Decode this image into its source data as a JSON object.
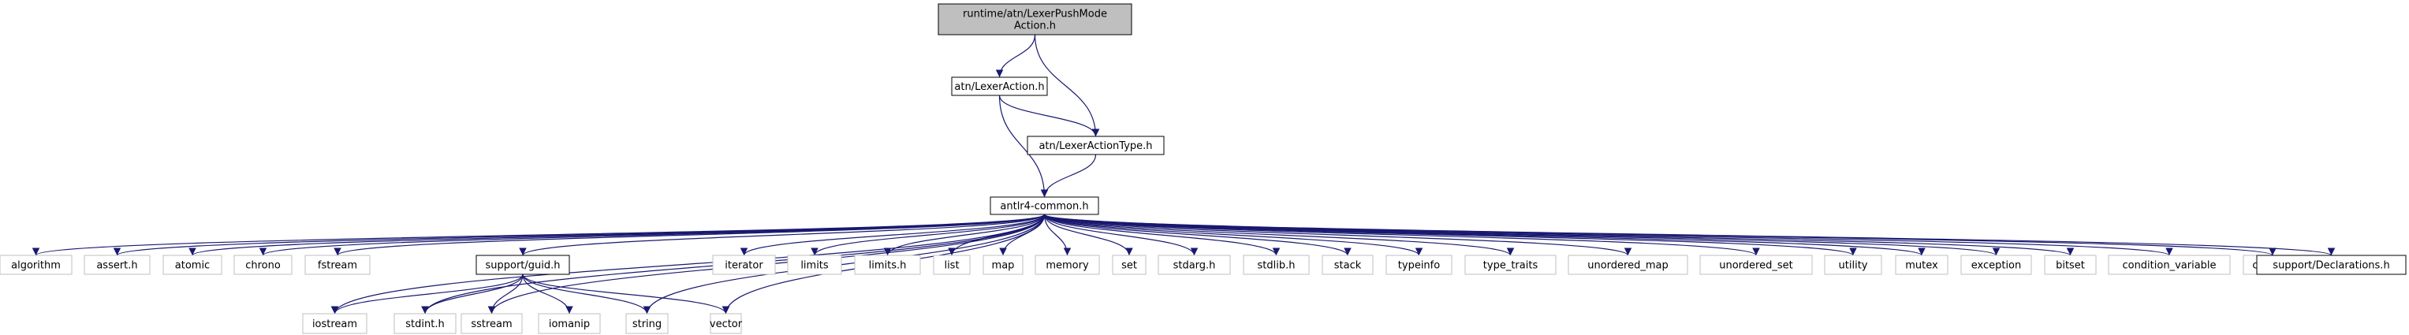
{
  "colors": {
    "edge": "#191970",
    "box_border_default": "#bfbfbf",
    "box_border_strong": "#000000",
    "focus_fill": "#bfbfbf",
    "fill": "#ffffff"
  },
  "nodes": [
    {
      "id": "root",
      "lines": [
        "runtime/atn/LexerPushMode",
        "Action.h"
      ],
      "style": "focus"
    },
    {
      "id": "lexer_action",
      "lines": [
        "atn/LexerAction.h"
      ],
      "style": "strong"
    },
    {
      "id": "lexer_action_type",
      "lines": [
        "atn/LexerActionType.h"
      ],
      "style": "strong"
    },
    {
      "id": "antlr4_common",
      "lines": [
        "antlr4-common.h"
      ],
      "style": "strong"
    },
    {
      "id": "algorithm",
      "lines": [
        "algorithm"
      ],
      "style": "light"
    },
    {
      "id": "assert_h",
      "lines": [
        "assert.h"
      ],
      "style": "light"
    },
    {
      "id": "atomic",
      "lines": [
        "atomic"
      ],
      "style": "light"
    },
    {
      "id": "chrono",
      "lines": [
        "chrono"
      ],
      "style": "light"
    },
    {
      "id": "fstream",
      "lines": [
        "fstream"
      ],
      "style": "light"
    },
    {
      "id": "support_guid",
      "lines": [
        "support/guid.h"
      ],
      "style": "strong"
    },
    {
      "id": "iterator",
      "lines": [
        "iterator"
      ],
      "style": "light"
    },
    {
      "id": "limits",
      "lines": [
        "limits"
      ],
      "style": "light"
    },
    {
      "id": "limits_h",
      "lines": [
        "limits.h"
      ],
      "style": "light"
    },
    {
      "id": "list",
      "lines": [
        "list"
      ],
      "style": "light"
    },
    {
      "id": "map",
      "lines": [
        "map"
      ],
      "style": "light"
    },
    {
      "id": "memory",
      "lines": [
        "memory"
      ],
      "style": "light"
    },
    {
      "id": "set",
      "lines": [
        "set"
      ],
      "style": "light"
    },
    {
      "id": "stdarg_h",
      "lines": [
        "stdarg.h"
      ],
      "style": "light"
    },
    {
      "id": "stdlib_h",
      "lines": [
        "stdlib.h"
      ],
      "style": "light"
    },
    {
      "id": "stack",
      "lines": [
        "stack"
      ],
      "style": "light"
    },
    {
      "id": "typeinfo",
      "lines": [
        "typeinfo"
      ],
      "style": "light"
    },
    {
      "id": "type_traits",
      "lines": [
        "type_traits"
      ],
      "style": "light"
    },
    {
      "id": "unordered_map",
      "lines": [
        "unordered_map"
      ],
      "style": "light"
    },
    {
      "id": "unordered_set",
      "lines": [
        "unordered_set"
      ],
      "style": "light"
    },
    {
      "id": "utility",
      "lines": [
        "utility"
      ],
      "style": "light"
    },
    {
      "id": "mutex",
      "lines": [
        "mutex"
      ],
      "style": "light"
    },
    {
      "id": "exception",
      "lines": [
        "exception"
      ],
      "style": "light"
    },
    {
      "id": "bitset",
      "lines": [
        "bitset"
      ],
      "style": "light"
    },
    {
      "id": "condition_variable",
      "lines": [
        "condition_variable"
      ],
      "style": "light"
    },
    {
      "id": "codecvt",
      "lines": [
        "codecvt"
      ],
      "style": "light"
    },
    {
      "id": "support_declarations",
      "lines": [
        "support/Declarations.h"
      ],
      "style": "strong"
    },
    {
      "id": "iostream",
      "lines": [
        "iostream"
      ],
      "style": "light"
    },
    {
      "id": "stdint_h",
      "lines": [
        "stdint.h"
      ],
      "style": "light"
    },
    {
      "id": "sstream",
      "lines": [
        "sstream"
      ],
      "style": "light"
    },
    {
      "id": "iomanip",
      "lines": [
        "iomanip"
      ],
      "style": "light"
    },
    {
      "id": "string",
      "lines": [
        "string"
      ],
      "style": "light"
    },
    {
      "id": "vector",
      "lines": [
        "vector"
      ],
      "style": "light"
    }
  ],
  "edges": [
    [
      "root",
      "lexer_action"
    ],
    [
      "root",
      "lexer_action_type"
    ],
    [
      "lexer_action",
      "antlr4_common"
    ],
    [
      "lexer_action",
      "lexer_action_type"
    ],
    [
      "lexer_action_type",
      "antlr4_common"
    ],
    [
      "antlr4_common",
      "algorithm"
    ],
    [
      "antlr4_common",
      "assert_h"
    ],
    [
      "antlr4_common",
      "atomic"
    ],
    [
      "antlr4_common",
      "chrono"
    ],
    [
      "antlr4_common",
      "fstream"
    ],
    [
      "antlr4_common",
      "support_guid"
    ],
    [
      "antlr4_common",
      "iterator"
    ],
    [
      "antlr4_common",
      "limits"
    ],
    [
      "antlr4_common",
      "limits_h"
    ],
    [
      "antlr4_common",
      "list"
    ],
    [
      "antlr4_common",
      "map"
    ],
    [
      "antlr4_common",
      "memory"
    ],
    [
      "antlr4_common",
      "set"
    ],
    [
      "antlr4_common",
      "stdarg_h"
    ],
    [
      "antlr4_common",
      "stdlib_h"
    ],
    [
      "antlr4_common",
      "stack"
    ],
    [
      "antlr4_common",
      "typeinfo"
    ],
    [
      "antlr4_common",
      "type_traits"
    ],
    [
      "antlr4_common",
      "unordered_map"
    ],
    [
      "antlr4_common",
      "unordered_set"
    ],
    [
      "antlr4_common",
      "utility"
    ],
    [
      "antlr4_common",
      "mutex"
    ],
    [
      "antlr4_common",
      "exception"
    ],
    [
      "antlr4_common",
      "bitset"
    ],
    [
      "antlr4_common",
      "condition_variable"
    ],
    [
      "antlr4_common",
      "codecvt"
    ],
    [
      "antlr4_common",
      "support_declarations"
    ],
    [
      "antlr4_common",
      "iostream"
    ],
    [
      "antlr4_common",
      "stdint_h"
    ],
    [
      "antlr4_common",
      "sstream"
    ],
    [
      "antlr4_common",
      "string"
    ],
    [
      "antlr4_common",
      "vector"
    ],
    [
      "support_guid",
      "iostream"
    ],
    [
      "support_guid",
      "stdint_h"
    ],
    [
      "support_guid",
      "sstream"
    ],
    [
      "support_guid",
      "iomanip"
    ],
    [
      "support_guid",
      "string"
    ],
    [
      "support_guid",
      "vector"
    ]
  ]
}
